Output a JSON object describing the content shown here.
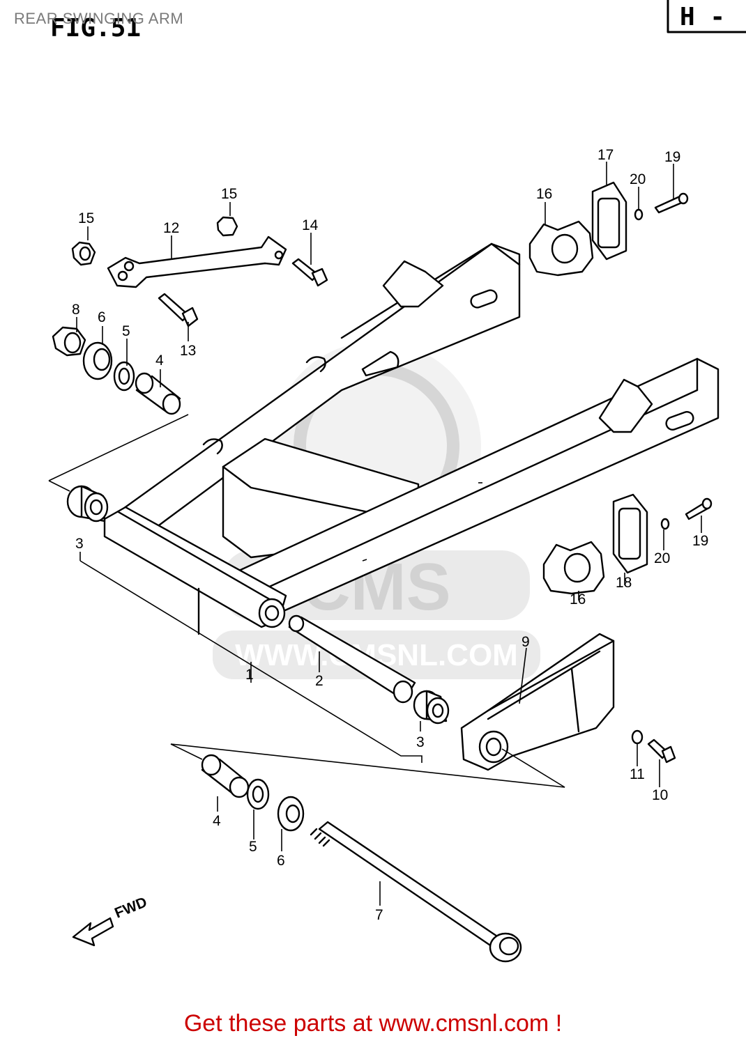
{
  "page": {
    "title": "REAR SWINGING ARM",
    "figure_label": "FIG.51",
    "section_label": "H -",
    "footer_link": "Get these parts at www.cmsnl.com !"
  },
  "watermark": {
    "brand": "CMS",
    "url": "WWW.CMSNL.COM"
  },
  "direction_label": "FWD",
  "callouts": {
    "c1": "1",
    "c2": "2",
    "c3a": "3",
    "c3b": "3",
    "c4a": "4",
    "c4b": "4",
    "c5a": "5",
    "c5b": "5",
    "c6a": "6",
    "c6b": "6",
    "c7": "7",
    "c8": "8",
    "c9": "9",
    "c10": "10",
    "c11": "11",
    "c12": "12",
    "c13": "13",
    "c14": "14",
    "c15a": "15",
    "c15b": "15",
    "c16a": "16",
    "c16b": "16",
    "c17": "17",
    "c18": "18",
    "c19a": "19",
    "c19b": "19",
    "c20a": "20",
    "c20b": "20"
  }
}
